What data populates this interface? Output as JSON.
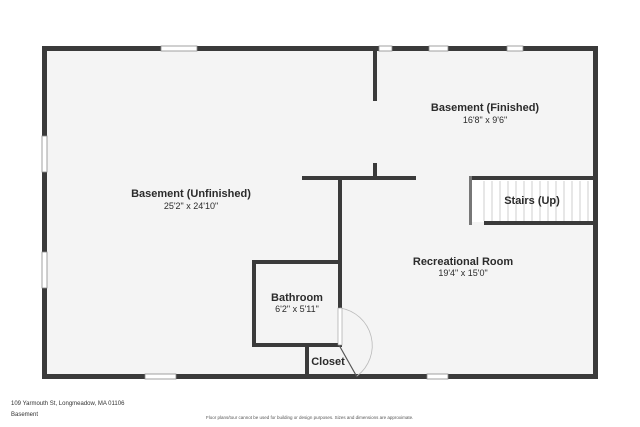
{
  "rooms": {
    "basement_unfinished": {
      "name": "Basement (Unfinished)",
      "dims": "25'2\" x 24'10\""
    },
    "basement_finished": {
      "name": "Basement (Finished)",
      "dims": "16'8\" x 9'6\""
    },
    "stairs": {
      "name": "Stairs (Up)"
    },
    "recreational_room": {
      "name": "Recreational Room",
      "dims": "19'4\" x 15'0\""
    },
    "bathroom": {
      "name": "Bathroom",
      "dims": "6'2\" x 5'11\""
    },
    "closet": {
      "name": "Closet"
    }
  },
  "footer": {
    "address": "109 Yarmouth St, Longmeadow, MA 01106",
    "floor": "Basement",
    "disclaimer": "Floor plans/tour cannot be used for building or design purposes. Sizes and dimensions are approximate."
  },
  "colors": {
    "wall": "#3a3a3a",
    "floor": "#f4f4f4",
    "window": "#ffffff"
  }
}
